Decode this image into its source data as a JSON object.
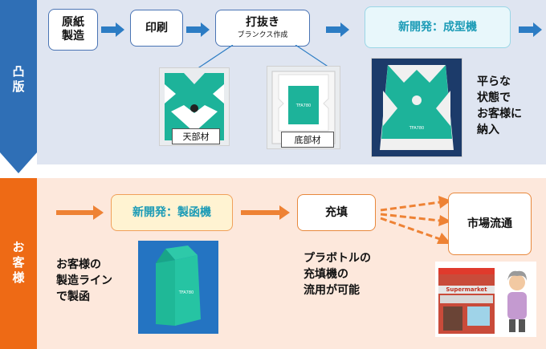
{
  "sections": {
    "manufacturer": "凸版",
    "customer": "お客様"
  },
  "top_flow": {
    "step1": "原紙製造",
    "step2": "印刷",
    "step3_title": "打抜き",
    "step3_sub": "ブランクス作成",
    "step4": "新開発：成型機"
  },
  "photos": {
    "top_blank_label": "天部材",
    "bottom_blank_label": "底部材",
    "panel_text": "TFA780",
    "carton_text": "TFA780"
  },
  "notes": {
    "delivery": [
      "平らな",
      "状態で",
      "お客様に",
      "納入"
    ],
    "customer_line": [
      "お客様の",
      "製造ライン",
      "で製函"
    ],
    "filling": [
      "プラボトルの",
      "充填機の",
      "流用が可能"
    ]
  },
  "bottom_flow": {
    "forming": "新開発：製函機",
    "filling": "充填",
    "market": "市場流通"
  },
  "store": {
    "sign": "Supermarket"
  },
  "colors": {
    "blue_arrow": "#2c7cc4",
    "orange_arrow": "#ee8234",
    "teal": "#1db39a",
    "side_blue": "#2f6fb6",
    "side_orange": "#ee6a15"
  }
}
